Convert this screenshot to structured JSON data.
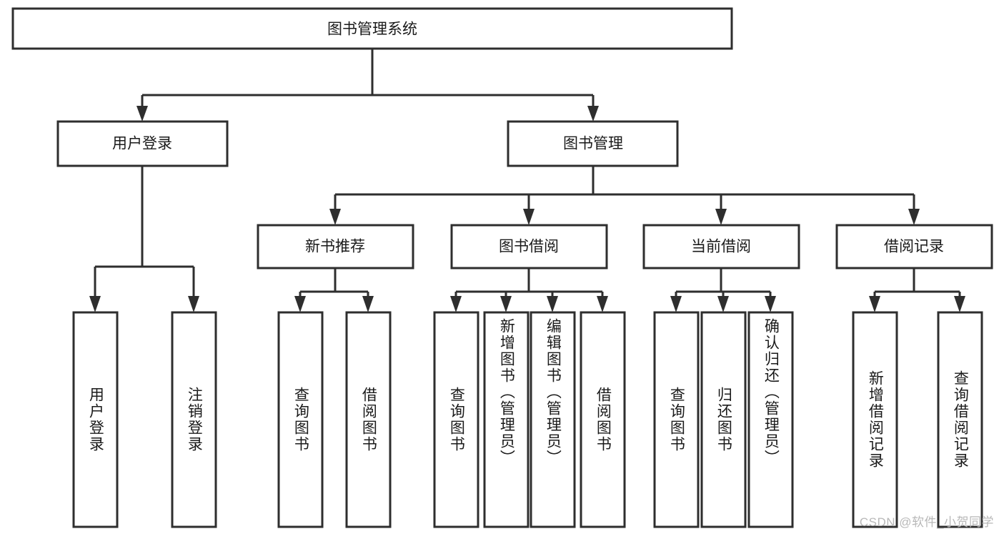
{
  "diagram": {
    "title": "图书管理系统",
    "type": "tree",
    "watermark": "CSDN @软件_小贺同学",
    "colors": {
      "stroke": "#2e2e2e",
      "fill": "#ffffff",
      "text": "#1a1a1a",
      "watermark": "#b8b8b8",
      "background": "#ffffff"
    },
    "root": {
      "id": "root",
      "label": "图书管理系统"
    },
    "level2": [
      {
        "id": "user-login",
        "label": "用户登录"
      },
      {
        "id": "book-manage",
        "label": "图书管理"
      }
    ],
    "level3": [
      {
        "id": "new-book-rec",
        "label": "新书推荐"
      },
      {
        "id": "book-borrow",
        "label": "图书借阅"
      },
      {
        "id": "current-borrow",
        "label": "当前借阅"
      },
      {
        "id": "borrow-record",
        "label": "借阅记录"
      }
    ],
    "leaves": {
      "user_login": [
        {
          "id": "leaf-user-login",
          "label": "用户登录"
        },
        {
          "id": "leaf-logout-login",
          "label": "注销登录"
        }
      ],
      "new_book_rec": [
        {
          "id": "leaf-query-book-1",
          "label": "查询图书"
        },
        {
          "id": "leaf-borrow-book-1",
          "label": "借阅图书"
        }
      ],
      "book_borrow": [
        {
          "id": "leaf-query-book-2",
          "label": "查询图书"
        },
        {
          "id": "leaf-add-book",
          "label": "新增图书（管理员）"
        },
        {
          "id": "leaf-edit-book",
          "label": "编辑图书（管理员）"
        },
        {
          "id": "leaf-borrow-book-2",
          "label": "借阅图书"
        }
      ],
      "current_borrow": [
        {
          "id": "leaf-query-book-3",
          "label": "查询图书"
        },
        {
          "id": "leaf-return-book",
          "label": "归还图书"
        },
        {
          "id": "leaf-confirm-return",
          "label": "确认归还（管理员）"
        }
      ],
      "borrow_record": [
        {
          "id": "leaf-add-record",
          "label": "新增借阅记录"
        },
        {
          "id": "leaf-query-record",
          "label": "查询借阅记录"
        }
      ]
    }
  }
}
